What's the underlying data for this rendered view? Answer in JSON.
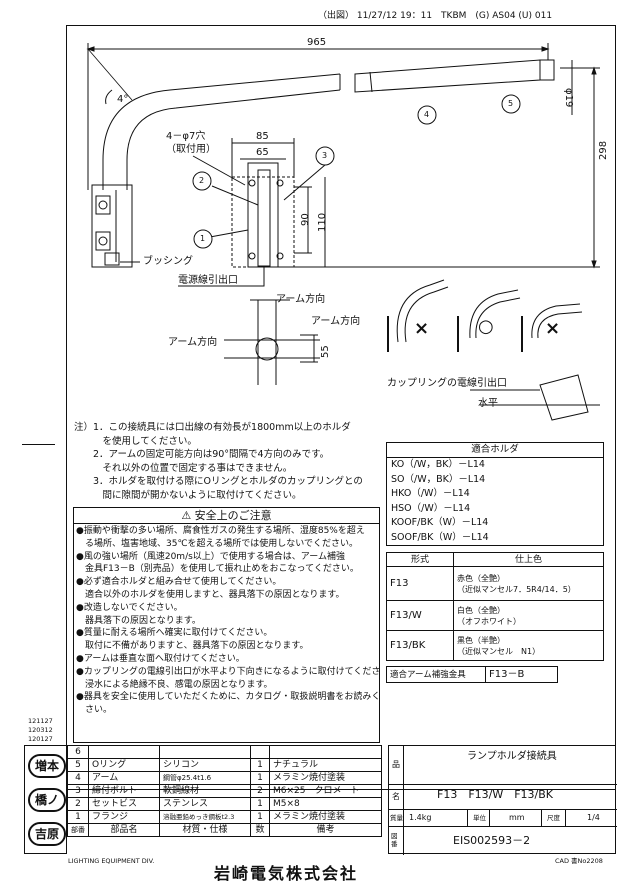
{
  "header": {
    "print_info": "（出図） 11/27/12 19：11　TKBM　(G) AS04 (U) 011"
  },
  "drawing": {
    "dims": {
      "total_length": "965",
      "angle": "4°",
      "diameter": "φ19",
      "height": "298",
      "holes": "4－φ7穴",
      "holes_note": "（取付用）",
      "w85": "85",
      "w65": "65",
      "h90": "90",
      "h110": "110",
      "h55": "55"
    },
    "balloons": [
      "1",
      "2",
      "3",
      "4",
      "5"
    ],
    "labels": {
      "bushing": "ブッシング",
      "cable_outlet": "電源線引出口",
      "arm_dir_top": "アーム方向",
      "arm_dir_right": "アーム方向",
      "arm_dir_left": "アーム方向",
      "coupling_outlet": "カップリングの電線引出口",
      "horizontal": "水平"
    },
    "install_marks": [
      "×",
      "○",
      "×"
    ]
  },
  "notes": [
    "注）1．この接続具には口出線の有効長が1800mm以上のホルダ",
    "　　　を使用してください。",
    "　　2．アームの固定可能方向は90°間隔で4方向のみです。",
    "　　　それ以外の位置で固定する事はできません。",
    "　　3．ホルダを取付ける際にOリングとホルダのカップリングとの",
    "　　　間に隙間が開かないように取付けてください。"
  ],
  "holders": {
    "title": "適合ホルダ",
    "items": [
      "KO（/W，BK）－L14",
      "SO（/W，BK）－L14",
      "HKO（/W）－L14",
      "HSO（/W）－L14",
      "KOOF/BK（W）－L14",
      "SOOF/BK（W）－L14"
    ]
  },
  "finish": {
    "headers": [
      "形式",
      "仕上色"
    ],
    "rows": [
      {
        "model": "F13",
        "color": "赤色（全艶）",
        "detail": "（近似マンセル7．5R4/14．5）"
      },
      {
        "model": "F13/W",
        "color": "白色（全艶）",
        "detail": "（オフホワイト）"
      },
      {
        "model": "F13/BK",
        "color": "黒色（半艶）",
        "detail": "（近似マンセル　N1）"
      }
    ]
  },
  "reinforcement": {
    "label": "適合アーム補強金具",
    "value": "F13－B"
  },
  "safety": {
    "title": "⚠ 安全上のご注意",
    "lines": [
      "●振動や衝撃の多い場所、腐食性ガスの発生する場所、湿度85%を超え",
      "　る場所、塩害地域、35℃を超える場所では使用しないでください。",
      "●風の強い場所（風速20m/s以上）で使用する場合は、アーム補強",
      "　金具F13－B（別売品）を使用して振れ止めをおこなってください。",
      "●必ず適合ホルダと組み合せて使用してください。",
      "　適合以外のホルダを使用しますと、器具落下の原因となります。",
      "●改造しないでください。",
      "　器具落下の原因となります。",
      "●質量に耐える場所へ確実に取付けてください。",
      "　取付に不備がありますと、器具落下の原因となります。",
      "●アームは垂直な面へ取付けてください。",
      "●カップリングの電線引出口が水平より下向きになるように取付けてください。",
      "　浸水による絶縁不良、感電の原因となります。",
      "●器具を安全に使用していただくために、カタログ・取扱説明書をお読みくだ",
      "　さい。"
    ]
  },
  "revisions": [
    "121127",
    "120312",
    "120127"
  ],
  "marks": [
    "増本",
    "橋ノ",
    "吉原"
  ],
  "parts": {
    "col_headers": [
      "部番",
      "部品名",
      "材質・仕様",
      "数",
      "備考"
    ],
    "rows": [
      {
        "no": "6",
        "name": "",
        "material": "",
        "qty": "",
        "note": ""
      },
      {
        "no": "5",
        "name": "Oリング",
        "material": "シリコン",
        "qty": "1",
        "note": "ナチュラル"
      },
      {
        "no": "4",
        "name": "アーム",
        "material": "鋼管φ25.4t1.6",
        "qty": "1",
        "note": "メラミン焼付塗装"
      },
      {
        "no": "3",
        "name": "締付ボルト",
        "material": "軟鋼線材",
        "qty": "2",
        "note": "M6×25　クロメート"
      },
      {
        "no": "2",
        "name": "セットビス",
        "material": "ステンレス",
        "qty": "1",
        "note": "M5×8"
      },
      {
        "no": "1",
        "name": "フランジ",
        "material": "溶融亜鉛めっき鋼板t2.3",
        "qty": "1",
        "note": "メラミン焼付塗装"
      }
    ]
  },
  "title_block": {
    "product_label": "品",
    "name_label": "名",
    "drawing_label": "図番",
    "product_name": "ランプホルダ接続具",
    "models": "F13　F13/W　F13/BK",
    "mass_label": "質量",
    "mass": "1.4kg",
    "unit_label": "単位",
    "unit": "mm",
    "scale_label": "尺度",
    "scale": "1/4",
    "drawing_no": "EIS002593－2"
  },
  "footer": {
    "division": "LIGHTING EQUIPMENT DIV.",
    "company": "岩崎電気株式会社",
    "cad": "CAD 書No2208"
  }
}
